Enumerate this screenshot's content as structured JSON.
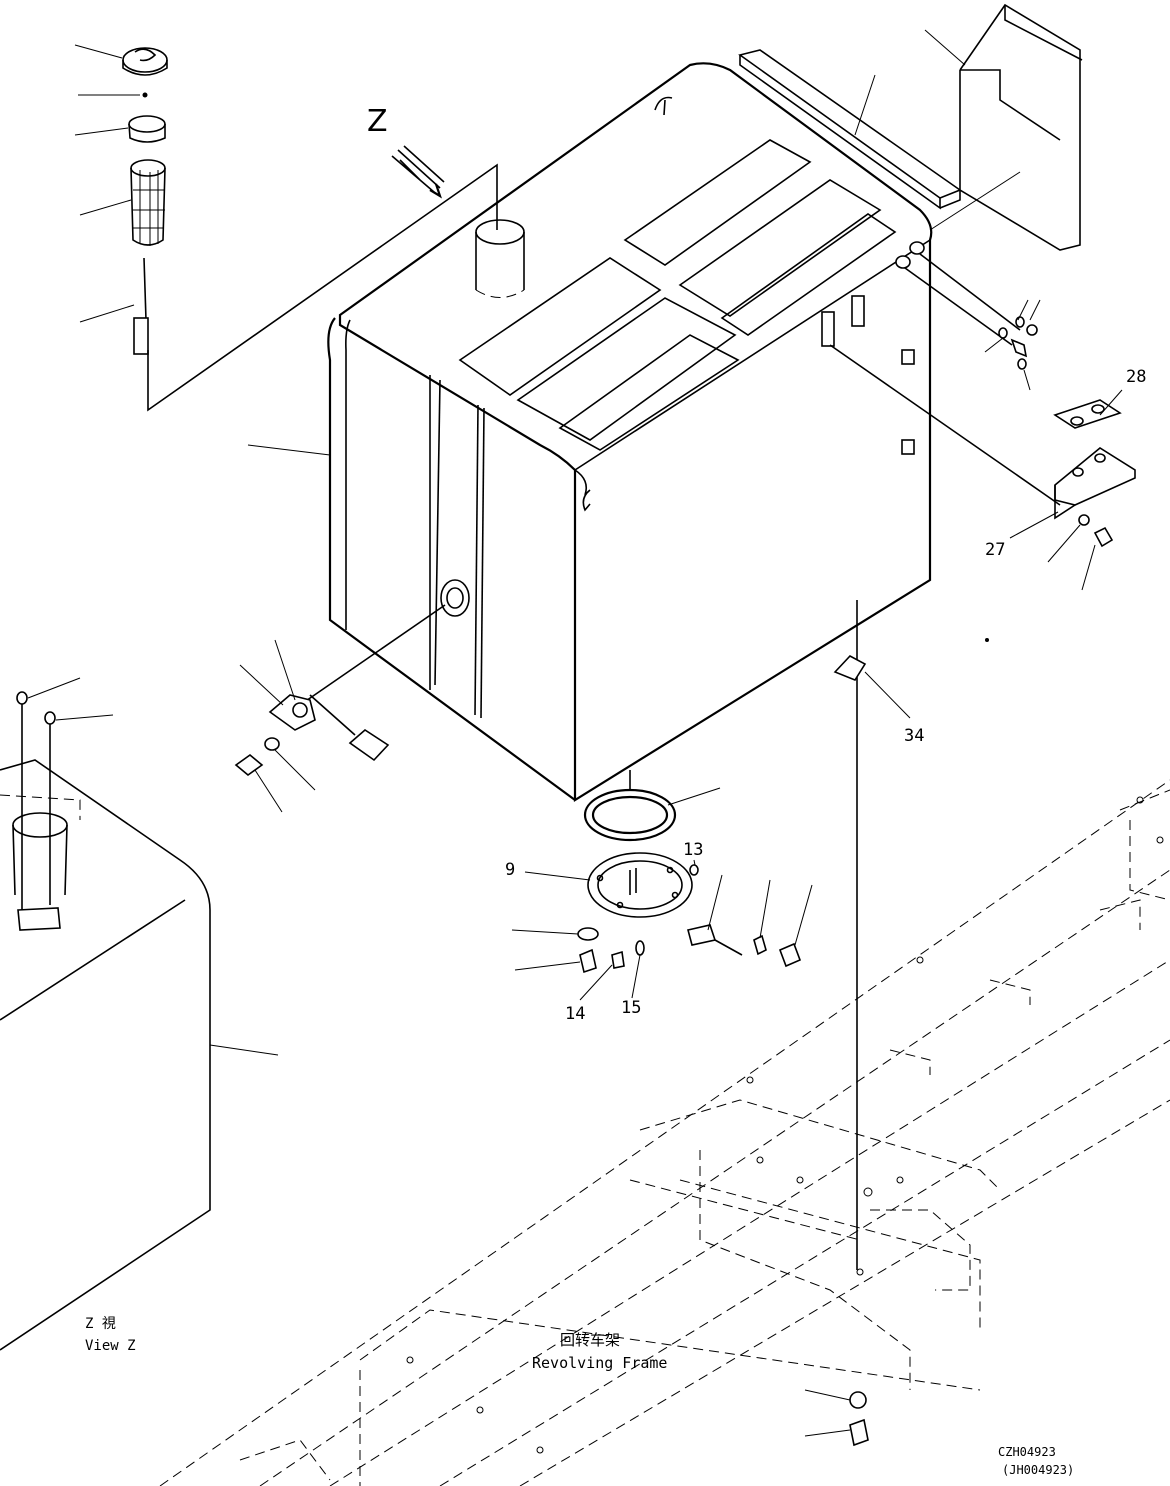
{
  "diagram": {
    "view_marker": "Z",
    "part_numbers": {
      "p9": "9",
      "p13": "13",
      "p14": "14",
      "p15": "15",
      "p27": "27",
      "p28": "28",
      "p34": "34"
    },
    "view_z": {
      "line1": "Z 視",
      "line2": "View Z"
    },
    "frame_label": {
      "line1": "回转车架",
      "line2": "Revolving Frame"
    },
    "drawing_code": {
      "line1": "CZH04923",
      "line2": "(JH004923)"
    }
  }
}
